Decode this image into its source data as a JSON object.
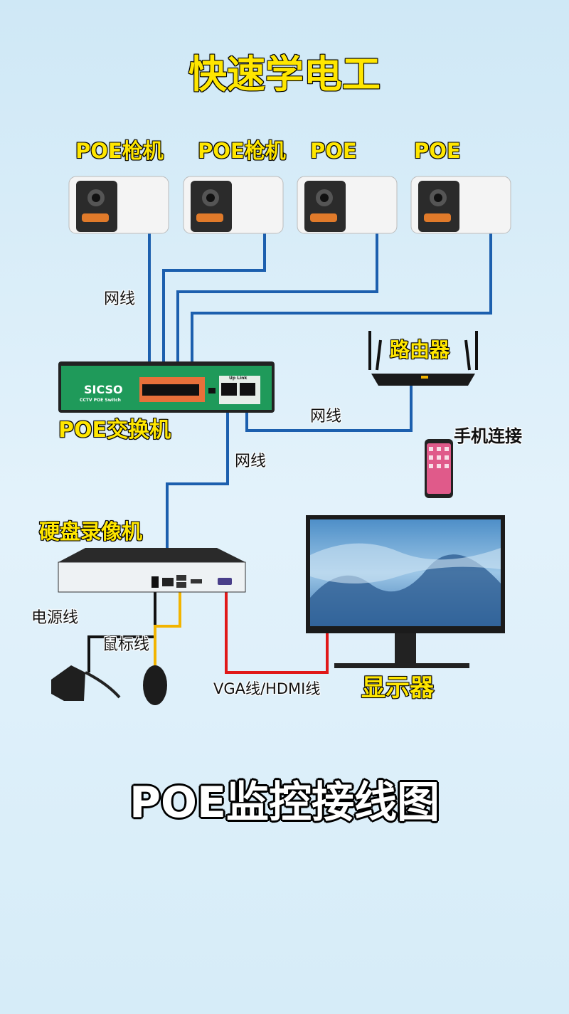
{
  "title": "快速学电工",
  "cameras": [
    {
      "label": "POE枪机"
    },
    {
      "label": "POE枪机"
    },
    {
      "label": "POE"
    },
    {
      "label": "POE"
    }
  ],
  "cable_labels": {
    "cam_cable": "网线",
    "router_cable": "网线",
    "nvr_cable": "网线",
    "power_cable": "电源线",
    "mouse_cable": "鼠标线",
    "video_cable": "VGA线/HDMI线"
  },
  "switch": {
    "label": "POE交换机",
    "brand": "SICSO",
    "subtitle": "CCTV POE Switch",
    "uplink": "Up Link"
  },
  "router": {
    "label": "路由器"
  },
  "phone": {
    "label": "手机连接"
  },
  "nvr": {
    "label": "硬盘录像机"
  },
  "monitor": {
    "label": "显示器"
  },
  "footer": "POE监控接线图",
  "colors": {
    "lan": "#1c5fae",
    "power": "#111111",
    "mouse": "#f2b400",
    "video": "#e01818",
    "switch": "#1f9a5a"
  }
}
